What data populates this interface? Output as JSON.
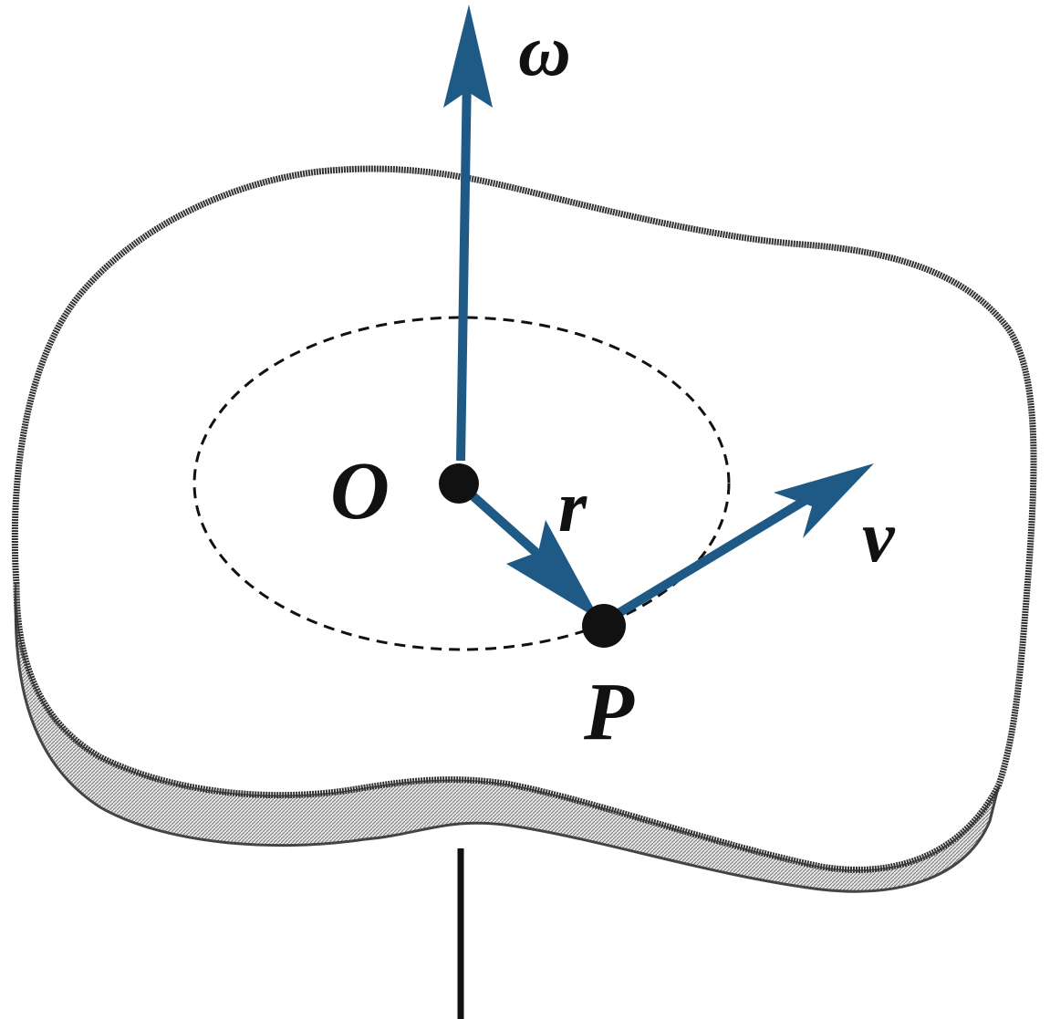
{
  "labels": {
    "omega": "ω",
    "origin": "O",
    "radius": "r",
    "velocity": "v",
    "point": "P"
  },
  "colors": {
    "vector": "#1f5a86",
    "outline": "#333333",
    "background": "#ffffff"
  }
}
